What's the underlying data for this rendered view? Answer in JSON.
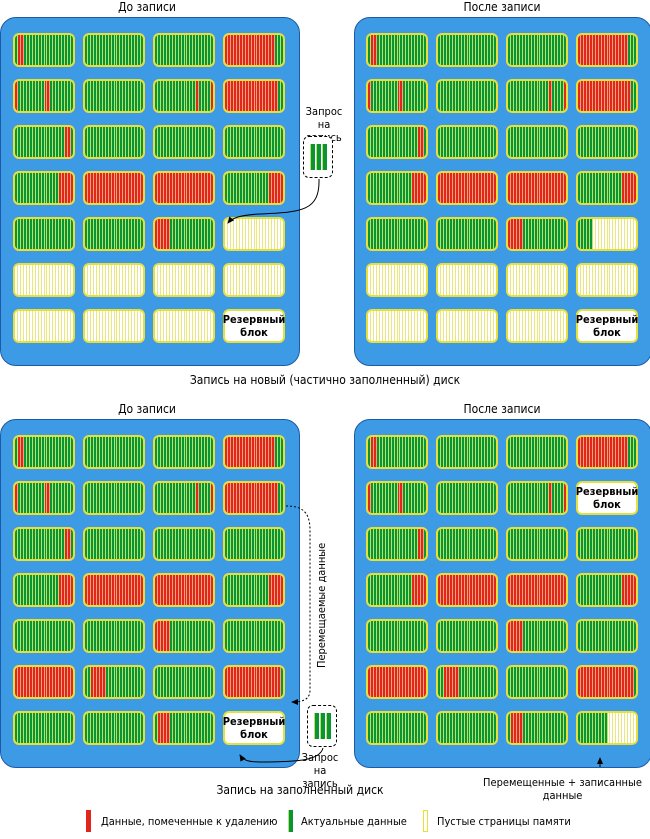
{
  "scenarios": [
    {
      "caption": "Запись на новый (частично заполненный) диск",
      "panels": [
        {
          "title": "До записи",
          "rows": [
            [
              "rg",
              "g",
              "g",
              "r2"
            ],
            [
              "r1",
              "g",
              "rmix",
              "rmix2"
            ],
            [
              "g2",
              "g",
              "g",
              "g"
            ],
            [
              "g3",
              "rr",
              "rr",
              "g3"
            ],
            [
              "g",
              "g",
              "rg2",
              "w"
            ],
            [
              "w",
              "w",
              "w",
              "w"
            ],
            [
              "w",
              "w",
              "w",
              "reserve"
            ]
          ]
        },
        {
          "title": "После записи",
          "rows": [
            [
              "rg",
              "g",
              "g",
              "r2"
            ],
            [
              "r1",
              "g",
              "rmix",
              "rmix2"
            ],
            [
              "g2",
              "g",
              "g",
              "g"
            ],
            [
              "g3",
              "rr",
              "rr",
              "g3"
            ],
            [
              "g",
              "g",
              "rg2",
              "gw"
            ],
            [
              "w",
              "w",
              "w",
              "w"
            ],
            [
              "w",
              "w",
              "w",
              "reserve"
            ]
          ]
        }
      ],
      "request_label": "Запрос\nна запись"
    },
    {
      "caption": "Запись на заполненный диск",
      "panels": [
        {
          "title": "До записи",
          "rows": [
            [
              "rg",
              "g",
              "g",
              "r2"
            ],
            [
              "r1",
              "g",
              "rmix",
              "rmix2"
            ],
            [
              "g2",
              "g",
              "g",
              "g"
            ],
            [
              "g3",
              "rr",
              "rr",
              "g3"
            ],
            [
              "g",
              "g",
              "rg2",
              "g"
            ],
            [
              "rr",
              "rg3",
              "g",
              "rr2"
            ],
            [
              "g",
              "g",
              "rg4",
              "reserve"
            ]
          ]
        },
        {
          "title": "После записи",
          "rows": [
            [
              "rg",
              "g",
              "g",
              "r2"
            ],
            [
              "r1",
              "g",
              "rmix",
              "reserve"
            ],
            [
              "g2",
              "g",
              "g",
              "g"
            ],
            [
              "g3",
              "rr",
              "rr",
              "g3"
            ],
            [
              "g",
              "g",
              "rg2",
              "g"
            ],
            [
              "rr",
              "rg3",
              "g",
              "rr2"
            ],
            [
              "g",
              "g",
              "rg4",
              "gw2"
            ]
          ]
        }
      ],
      "request_label": "Запрос\nна запись",
      "moved_label": "Перемещаемые данные",
      "moved_written_label": "Перемещенные + записанные данные"
    }
  ],
  "reserve_label": "Резервный\nблок",
  "legend": [
    {
      "label": "Данные, помеченные к удалению",
      "color": "#e1261c"
    },
    {
      "label": "Актуальные данные",
      "color": "#0a9434"
    },
    {
      "label": "Пустые страницы памяти",
      "color": "#ffffff"
    }
  ],
  "patterns": {
    "g": "gggggggggggggggggggg",
    "w": "wwwwwwwwwwwwwwwwwwww",
    "rg": "grrgggggggggggggggggg",
    "r2": "rrrrrrrrrrrrrrrrrggg",
    "r1": "rgggggggggrrggggggg",
    "rmix": "ggggggggggggggrggggr",
    "rmix2": "rrrrrrrrrrrrrrrrrrgg",
    "g2": "gggggggggggggggggrrg",
    "g3": "gggggggggggggggrrrrr",
    "rr": "rrrrrrrrrrrrrrrrrrrr",
    "rg2": "rrrrrggggggggggggggg",
    "rg3": "ggrrrrrggggggggggggg",
    "rg4": "grrrrggggggggggggggg",
    "rr2": "rrrrrrrrrrrrrrrrrrrg",
    "gw": "gggggwwwwwwwwwwwwwww",
    "gw2": "ggggggggggwwwwwwwwww"
  }
}
